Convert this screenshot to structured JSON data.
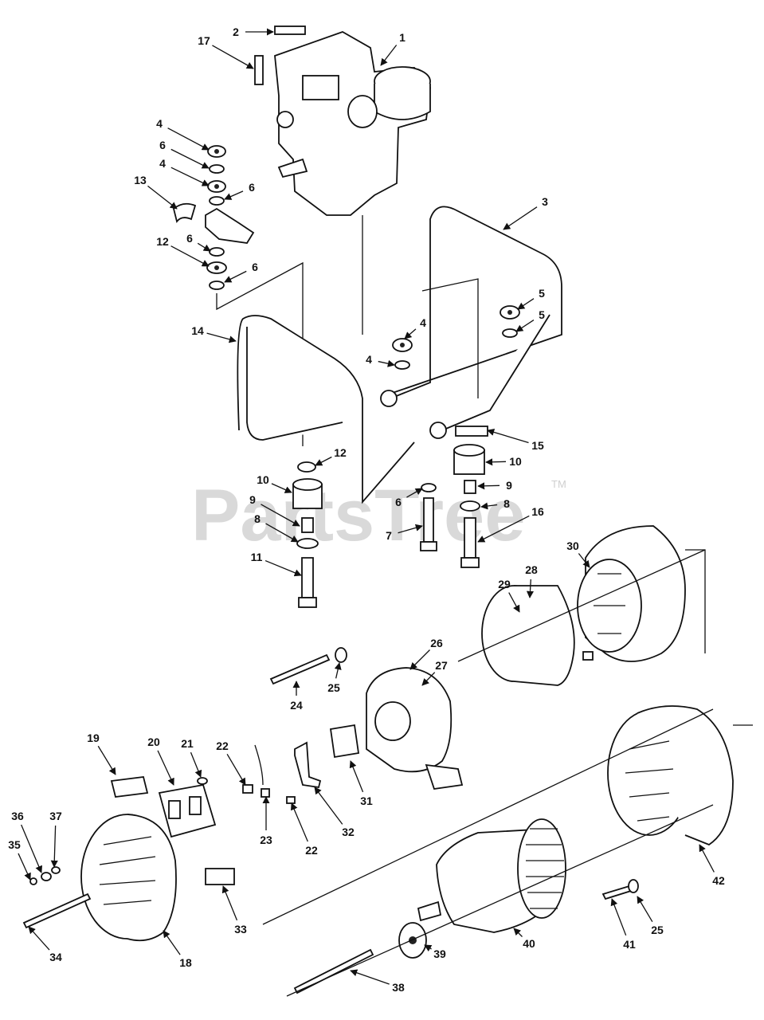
{
  "watermark": {
    "text": "PartsTree",
    "tm": "TM"
  },
  "callouts": [
    "1",
    "2",
    "17",
    "4",
    "6",
    "4",
    "6",
    "13",
    "6",
    "12",
    "6",
    "3",
    "4",
    "5",
    "4",
    "5",
    "14",
    "15",
    "12",
    "10",
    "10",
    "9",
    "9",
    "6",
    "8",
    "8",
    "7",
    "16",
    "11",
    "30",
    "28",
    "29",
    "26",
    "27",
    "25",
    "24",
    "19",
    "20",
    "21",
    "22",
    "23",
    "31",
    "22",
    "32",
    "36",
    "37",
    "35",
    "33",
    "34",
    "18",
    "42",
    "39",
    "40",
    "41",
    "25",
    "38"
  ]
}
